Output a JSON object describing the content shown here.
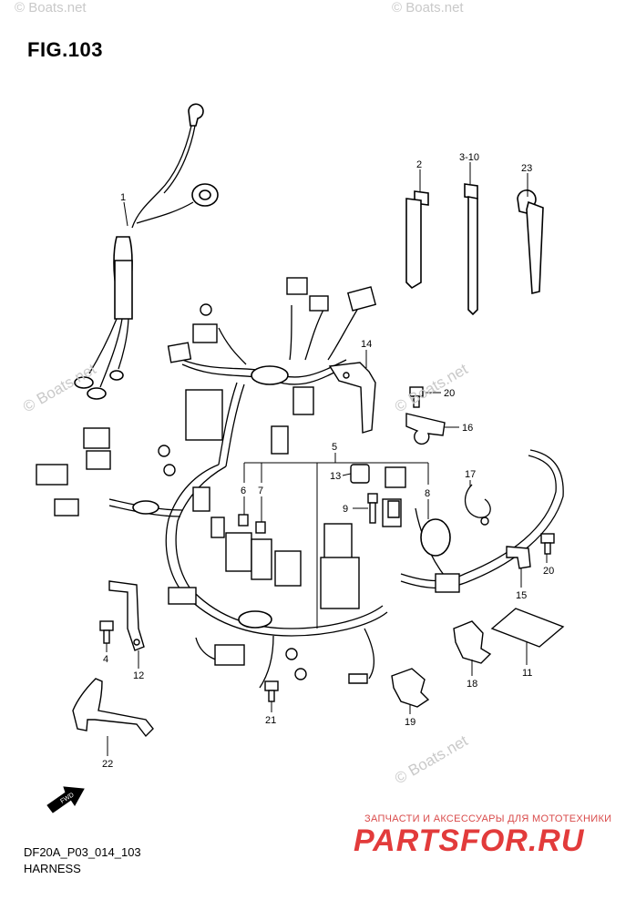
{
  "figure": {
    "title": "FIG.103",
    "code": "DF20A_P03_014_103",
    "name": "HARNESS"
  },
  "watermarks": {
    "corner": "© Boats.net",
    "left": "© Boats.net",
    "mid": "© Boats.net",
    "bottom": "© Boats.net"
  },
  "branding": {
    "tagline": "ЗАПЧАСТИ И АКСЕССУАРЫ ДЛЯ МОТОТЕХНИКИ",
    "logo": "PARTSFOR.RU"
  },
  "callouts": [
    "1",
    "2",
    "3-10",
    "23",
    "14",
    "20",
    "16",
    "5",
    "13",
    "8",
    "9",
    "6",
    "7",
    "17",
    "20",
    "15",
    "4",
    "12",
    "22",
    "11",
    "18",
    "19",
    "21"
  ],
  "fwd_label": "FWD"
}
